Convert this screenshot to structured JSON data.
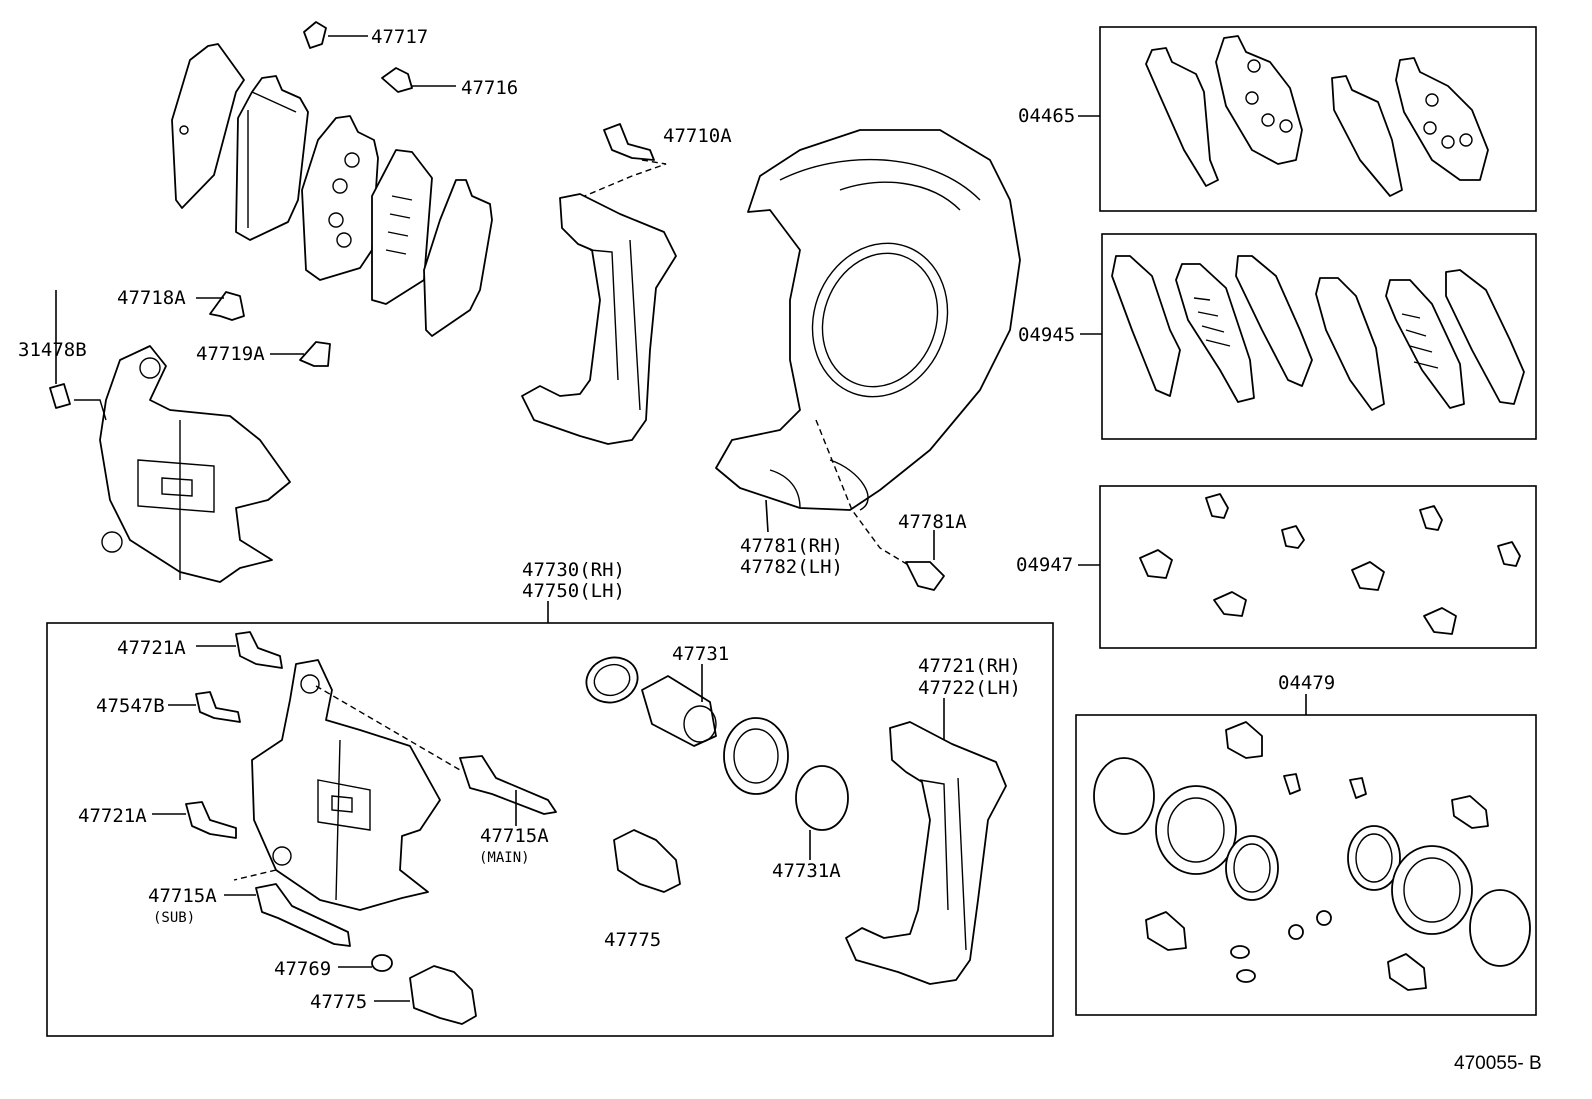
{
  "figure_code": "470055- B",
  "labels": {
    "p47717": "47717",
    "p47716": "47716",
    "p47710a": "47710A",
    "p47718a": "47718A",
    "p47719a": "47719A",
    "p31478b": "31478B",
    "p47781rh": "47781(RH)",
    "p47782lh": "47782(LH)",
    "p47781a": "47781A",
    "p47730rh": "47730(RH)",
    "p47750lh": "47750(LH)",
    "p47721a_top": "47721A",
    "p47547b": "47547B",
    "p47721a_mid": "47721A",
    "p47715a_sub": "47715A",
    "sub_note": "(SUB)",
    "p47769": "47769",
    "p47775_left": "47775",
    "p47715a_main": "47715A",
    "main_note": "(MAIN)",
    "p47731": "47731",
    "p47775_mid": "47775",
    "p47731a": "47731A",
    "p47721rh": "47721(RH)",
    "p47722lh": "47722(LH)",
    "kit04465": "04465",
    "kit04945": "04945",
    "kit04947": "04947",
    "kit04479": "04479"
  }
}
